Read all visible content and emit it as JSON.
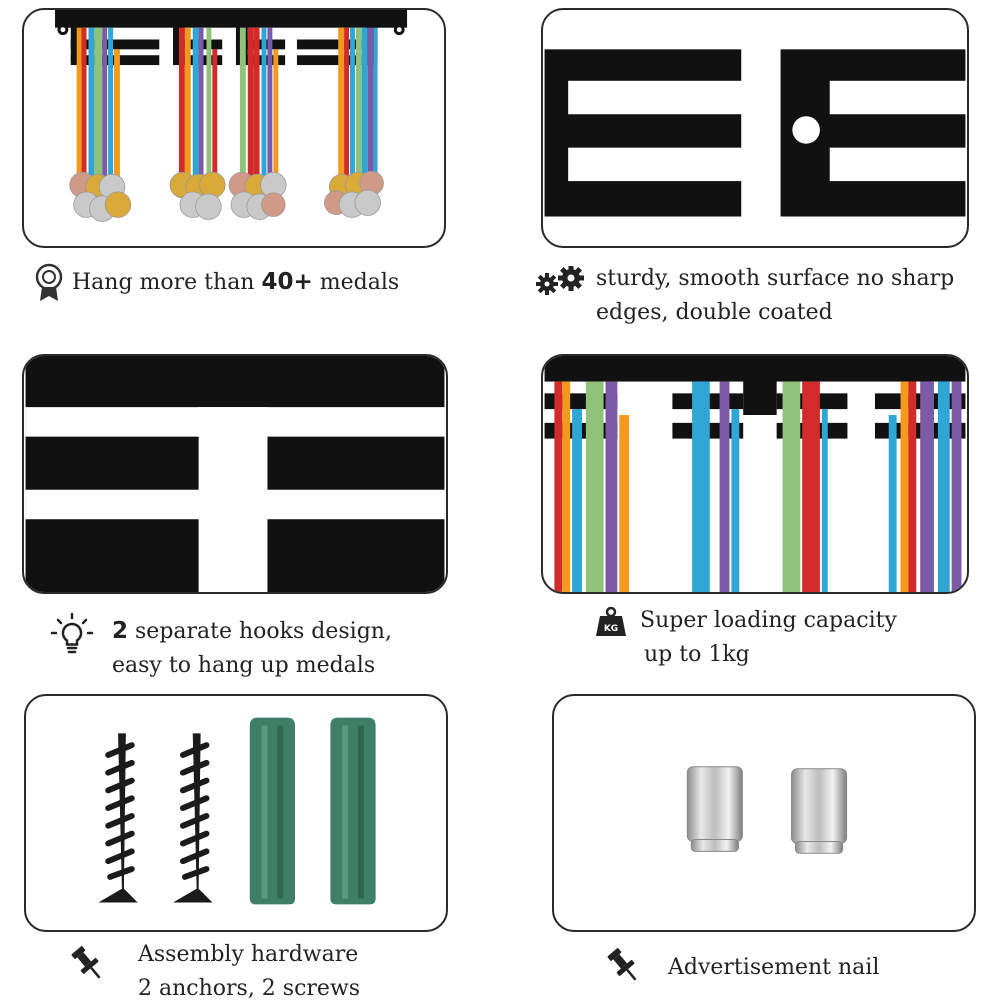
{
  "features": [
    {
      "pre": "Hang more than ",
      "bold": "40+",
      "post": " medals",
      "icon": "medal-ribbon-icon"
    },
    {
      "line1": "sturdy, smooth surface no sharp",
      "line2": "edges, double coated",
      "icon": "gears-icon"
    },
    {
      "bold": "2",
      "line1": " separate hooks design,",
      "line2": "easy to hang up medals",
      "icon": "lightbulb-icon"
    },
    {
      "line1": "Super loading capacity",
      "line2": "up to 1kg",
      "icon": "kg-weight-icon",
      "weight_label": "KG"
    },
    {
      "line1": "Assembly hardware",
      "line2": "2 anchors, 2 screws",
      "icon": "pushpin-icon"
    },
    {
      "line1": "Advertisement nail",
      "icon": "pushpin-icon"
    }
  ],
  "colors": {
    "rack": "#111111",
    "anchor_green": "#3f7f68",
    "ribbon_orange": "#f39a1d",
    "ribbon_red": "#d32a2a",
    "ribbon_blue": "#2fa6d6",
    "ribbon_green": "#8fc27a",
    "ribbon_purple": "#7b5aa8",
    "gold": "#d9a93a",
    "silver": "#c9c9c9",
    "bronze": "#d19a86"
  }
}
